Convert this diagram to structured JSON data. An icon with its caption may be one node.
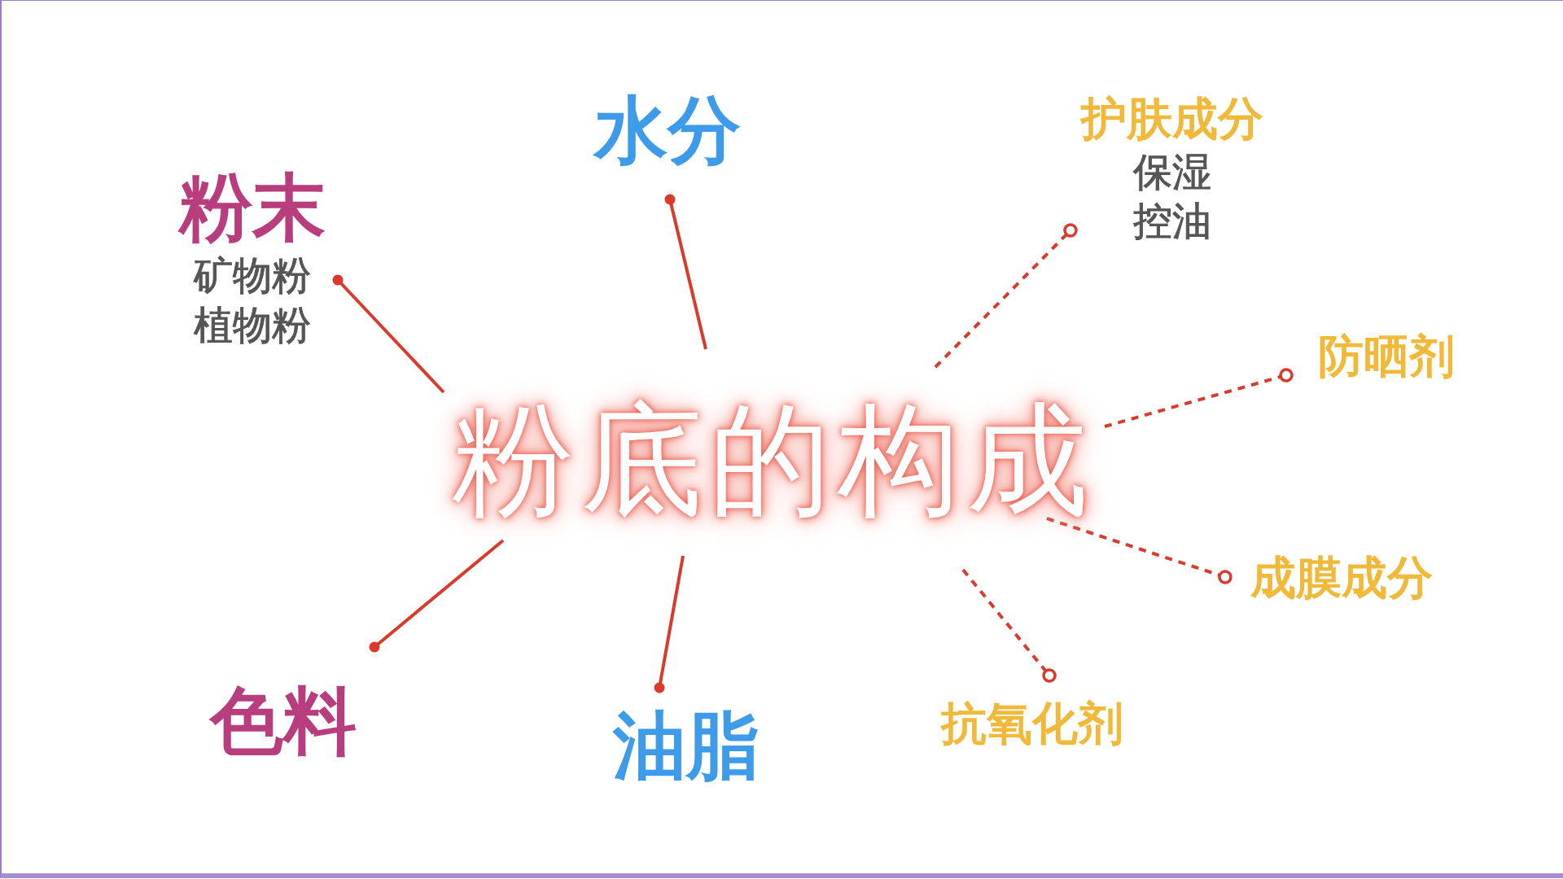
{
  "diagram": {
    "nodes": [
      {
        "text": [
          "粉底的构成"
        ]
      },
      {
        "text": [
          "粉末",
          "矿物粉",
          "植物粉"
        ]
      },
      {
        "text": [
          "水分"
        ]
      },
      {
        "text": [
          "护肤成分",
          "保湿",
          "控油"
        ]
      },
      {
        "text": [
          "防晒剂"
        ]
      },
      {
        "text": [
          "成膜成分"
        ]
      },
      {
        "text": [
          "抗氧化剂"
        ]
      },
      {
        "text": [
          "油脂"
        ]
      },
      {
        "text": [
          "色料"
        ]
      }
    ],
    "edges": [
      {
        "from": 0,
        "to": 1,
        "arrow": "other"
      },
      {
        "from": 0,
        "to": 2,
        "arrow": "other"
      },
      {
        "from": 0,
        "to": 3,
        "arrow": "other",
        "style": "dashed"
      },
      {
        "from": 0,
        "to": 4,
        "arrow": "other",
        "style": "dashed"
      },
      {
        "from": 0,
        "to": 5,
        "arrow": "other",
        "style": "dashed"
      },
      {
        "from": 0,
        "to": 6,
        "arrow": "other",
        "style": "dashed"
      },
      {
        "from": 0,
        "to": 7,
        "arrow": "other"
      },
      {
        "from": 0,
        "to": 8,
        "arrow": "other"
      }
    ]
  }
}
